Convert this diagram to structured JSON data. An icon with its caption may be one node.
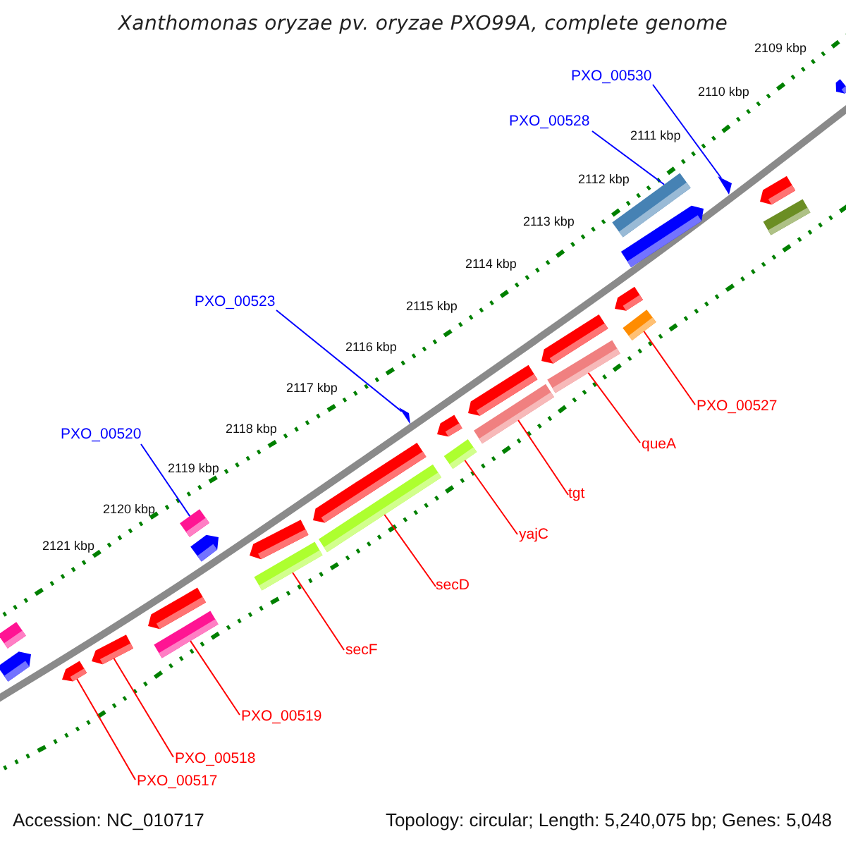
{
  "diagram": {
    "title": "Xanthomonas oryzae pv. oryzae PXO99A, complete genome",
    "nodes": [
      {
        "text": [
          "PXO_00530"
        ]
      },
      {
        "text": [
          "PXO_00528"
        ]
      },
      {
        "text": [
          "PXO_00523"
        ]
      },
      {
        "text": [
          "PXO_00527"
        ]
      },
      {
        "text": [
          "PXO_00520"
        ]
      },
      {
        "text": [
          "queA"
        ]
      },
      {
        "text": [
          "tgt"
        ]
      },
      {
        "text": [
          "yajC"
        ]
      },
      {
        "text": [
          "secD"
        ]
      },
      {
        "text": [
          "secF"
        ]
      },
      {
        "text": [
          "PXO_00519"
        ]
      },
      {
        "text": [
          "PXO_00518"
        ]
      },
      {
        "text": [
          "PXO_00517"
        ]
      },
      {
        "text": [],
        "shape": "bar"
      },
      {
        "text": [],
        "shape": "bar"
      },
      {
        "text": [],
        "shape": "bar"
      },
      {
        "text": [],
        "shape": "bar"
      },
      {
        "text": [],
        "shape": "bar"
      },
      {
        "text": [],
        "shape": "bar"
      },
      {
        "text": [],
        "shape": "bar"
      },
      {
        "text": [],
        "shape": "bar"
      },
      {
        "text": [],
        "shape": "bar"
      },
      {
        "text": [],
        "shape": "bar"
      },
      {
        "text": [],
        "shape": "bar"
      },
      {
        "text": [],
        "shape": "bar"
      },
      {
        "text": [],
        "shape": "triangle"
      },
      {
        "text": [],
        "shape": "bar"
      },
      {
        "text": [],
        "shape": "bar"
      },
      {
        "text": [],
        "shape": "bar"
      },
      {
        "text": [],
        "shape": "bar"
      },
      {
        "text": [],
        "shape": "bar"
      },
      {
        "text": [],
        "shape": "bar"
      },
      {
        "text": [],
        "shape": "bar"
      },
      {
        "text": [],
        "shape": "bar"
      },
      {
        "text": [],
        "shape": "bar"
      },
      {
        "text": [],
        "shape": "bar"
      },
      {
        "text": [],
        "shape": "triangle"
      },
      {
        "text": [],
        "shape": "bar"
      },
      {
        "text": [],
        "shape": "bar"
      },
      {
        "text": [],
        "shape": "bar"
      }
    ],
    "edges": [
      {
        "from": 0,
        "to": 36,
        "arrow": "none",
        "color": "#0000ff"
      },
      {
        "from": 1,
        "to": 32,
        "arrow": "none",
        "color": "#0000ff"
      },
      {
        "from": 2,
        "to": 25,
        "arrow": "none",
        "color": "#0000ff"
      },
      {
        "from": 3,
        "to": 34,
        "arrow": "none"
      },
      {
        "from": 4,
        "to": 19,
        "arrow": "none",
        "color": "#0000ff"
      },
      {
        "from": 5,
        "to": 31,
        "arrow": "none"
      },
      {
        "from": 6,
        "to": 29,
        "arrow": "none"
      },
      {
        "from": 7,
        "to": 27,
        "arrow": "none"
      },
      {
        "from": 8,
        "to": 24,
        "arrow": "none"
      },
      {
        "from": 9,
        "to": 22,
        "arrow": "none"
      },
      {
        "from": 10,
        "to": 18,
        "arrow": "none"
      },
      {
        "from": 11,
        "to": 16,
        "arrow": "none"
      },
      {
        "from": 12,
        "to": 15,
        "arrow": "none"
      }
    ],
    "labels": [
      "2109 kbp",
      "2110 kbp",
      "2111 kbp",
      "2112 kbp",
      "2113 kbp",
      "2114 kbp",
      "2115 kbp",
      "2116 kbp",
      "2117 kbp",
      "2118 kbp",
      "2119 kbp",
      "2120 kbp",
      "2121 kbp",
      "Accession: NC_010717",
      "Topology: circular; Length: 5,240,075 bp; Genes: 5,048"
    ]
  }
}
